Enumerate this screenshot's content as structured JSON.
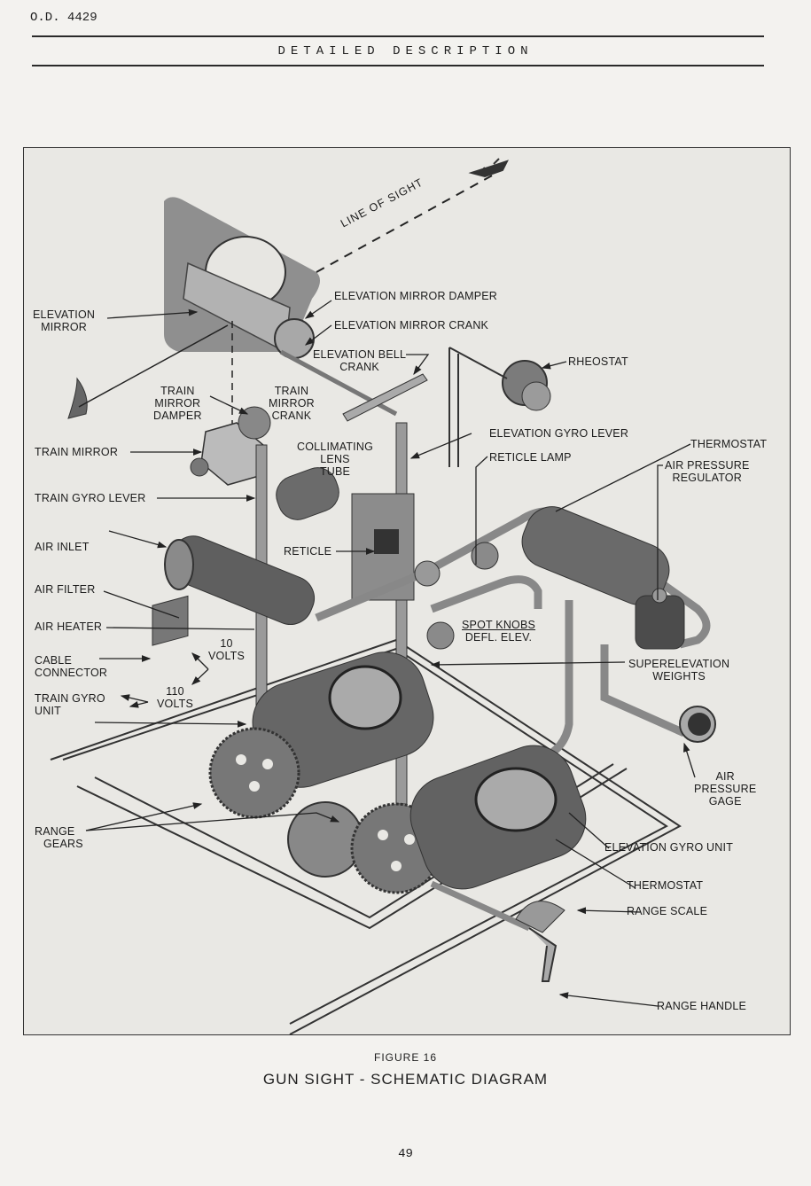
{
  "header": {
    "doc_id": "O.D. 4429",
    "section_title": "DETAILED DESCRIPTION"
  },
  "figure": {
    "number": "FIGURE 16",
    "title": "GUN SIGHT - SCHEMATIC DIAGRAM",
    "labels": {
      "line_of_sight": "LINE OF SIGHT",
      "elevation_mirror_1": "ELEVATION",
      "elevation_mirror_2": "MIRROR",
      "elevation_mirror_damper": "ELEVATION MIRROR DAMPER",
      "elevation_mirror_crank": "ELEVATION MIRROR CRANK",
      "elevation_bell_crank_1": "ELEVATION BELL",
      "elevation_bell_crank_2": "CRANK",
      "rheostat": "RHEOSTAT",
      "train_mirror_damper_1": "TRAIN",
      "train_mirror_damper_2": "MIRROR",
      "train_mirror_damper_3": "DAMPER",
      "train_mirror_crank_1": "TRAIN",
      "train_mirror_crank_2": "MIRROR",
      "train_mirror_crank_3": "CRANK",
      "train_mirror": "TRAIN MIRROR",
      "collimating_lens_tube_1": "COLLIMATING",
      "collimating_lens_tube_2": "LENS",
      "collimating_lens_tube_3": "TUBE",
      "elevation_gyro_lever": "ELEVATION GYRO LEVER",
      "reticle_lamp": "RETICLE LAMP",
      "thermostat_top": "THERMOSTAT",
      "air_pressure_regulator_1": "AIR PRESSURE",
      "air_pressure_regulator_2": "REGULATOR",
      "train_gyro_lever": "TRAIN GYRO LEVER",
      "air_inlet": "AIR INLET",
      "reticle": "RETICLE",
      "air_filter": "AIR FILTER",
      "air_heater": "AIR HEATER",
      "spot_knobs": "SPOT KNOBS",
      "defl_elev": "DEFL. ELEV.",
      "cable_connector_1": "CABLE",
      "cable_connector_2": "CONNECTOR",
      "volts_10_a": "10",
      "volts_10_b": "VOLTS",
      "superelevation_weights_1": "SUPERELEVATION",
      "superelevation_weights_2": "WEIGHTS",
      "train_gyro_unit_1": "TRAIN GYRO",
      "train_gyro_unit_2": "UNIT",
      "volts_110_a": "110",
      "volts_110_b": "VOLTS",
      "air_pressure_gage_1": "AIR",
      "air_pressure_gage_2": "PRESSURE",
      "air_pressure_gage_3": "GAGE",
      "range_gears_1": "RANGE",
      "range_gears_2": "GEARS",
      "elevation_gyro_unit": "ELEVATION GYRO UNIT",
      "thermostat_bottom": "THERMOSTAT",
      "range_scale": "RANGE SCALE",
      "range_handle": "RANGE HANDLE"
    }
  },
  "footer": {
    "page_number": "49"
  }
}
